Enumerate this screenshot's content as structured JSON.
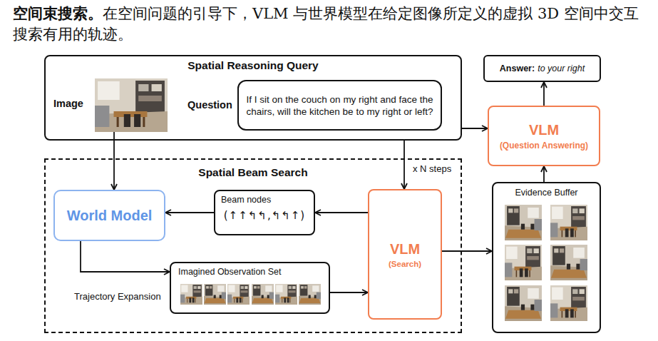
{
  "diagram": {
    "title": "空间束搜索。",
    "caption": "在空间问题的引导下，VLM 与世界模型在给定图像所定义的虚拟 3D 空间中交互搜索有用的轨迹。",
    "nodes": [
      {
        "text": [
          "Spatial Reasoning Query"
        ]
      },
      {
        "text": [
          "Image"
        ],
        "in": 0
      },
      {
        "text": [
          "Question",
          "If I sit on the couch on my right and face the chairs, will the kitchen be to my right or left?"
        ],
        "in": 0
      },
      {
        "text": [
          "Answer:",
          "to your right"
        ]
      },
      {
        "text": [
          "VLM",
          "(Question Answering)"
        ]
      },
      {
        "text": [
          "Spatial Beam Search"
        ]
      },
      {
        "text": [
          "World Model"
        ],
        "in": 5
      },
      {
        "text": [
          "Beam nodes",
          "(↑↑↰↰,↰↰↑)"
        ],
        "in": 5
      },
      {
        "text": [
          "Imagined Observation Set"
        ],
        "in": 5
      },
      {
        "text": [
          "VLM",
          "(Search)"
        ],
        "in": 5
      },
      {
        "text": [
          "Evidence Buffer"
        ]
      }
    ],
    "edges": [
      {
        "from": 1,
        "to": 6,
        "arrow": "to"
      },
      {
        "from": 0,
        "to": 9,
        "label": "x N steps",
        "arrow": "to"
      },
      {
        "from": 0,
        "to": 4,
        "arrow": "to"
      },
      {
        "from": 9,
        "to": 7,
        "arrow": "to"
      },
      {
        "from": 7,
        "to": 6,
        "arrow": "to"
      },
      {
        "from": 6,
        "to": 8,
        "label": "Trajectory Expansion",
        "arrow": "to"
      },
      {
        "from": 8,
        "to": 9,
        "arrow": "to"
      },
      {
        "from": 9,
        "to": 10,
        "arrow": "to"
      },
      {
        "from": 10,
        "to": 4,
        "arrow": "to"
      },
      {
        "from": 4,
        "to": 3,
        "arrow": "to"
      }
    ]
  }
}
